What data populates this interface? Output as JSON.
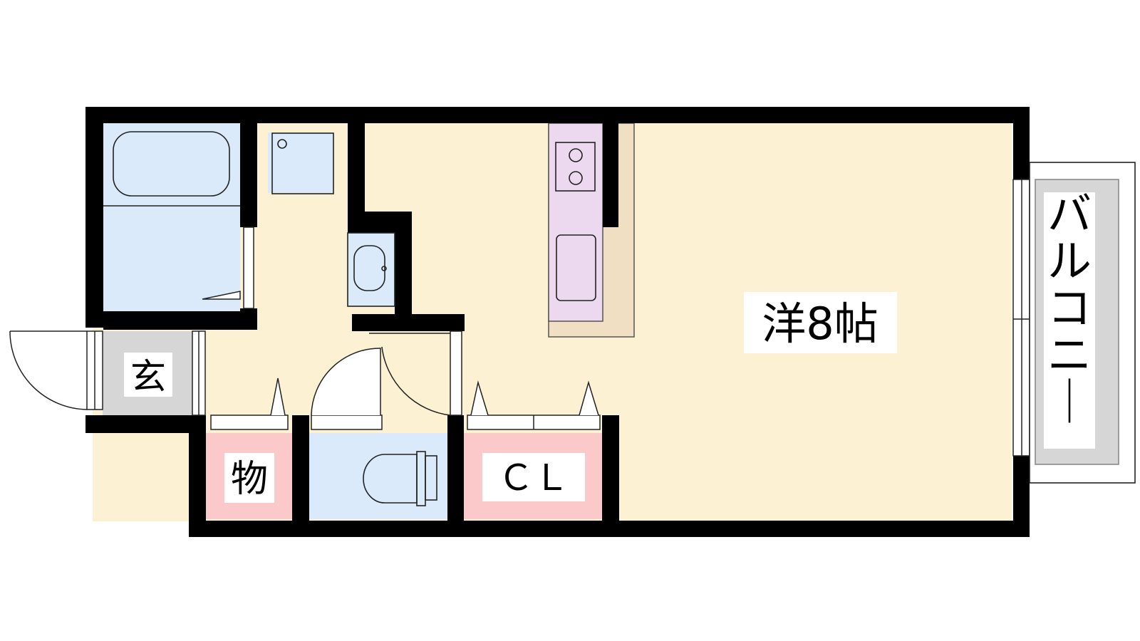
{
  "rooms": {
    "western_room": "洋8帖",
    "entrance": "玄",
    "storage": "物",
    "closet": "ＣＬ",
    "balcony": "バルコニー"
  },
  "colors": {
    "floor": "#fdf1d3",
    "bath": "#dbeafb",
    "kitchen": "#ecd8ef",
    "counter": "#f1dfc4",
    "storage": "#fbc9c9",
    "entrance": "#d6d6d6",
    "balcony_fill": "#d6d6d6",
    "wall": "#000000"
  }
}
